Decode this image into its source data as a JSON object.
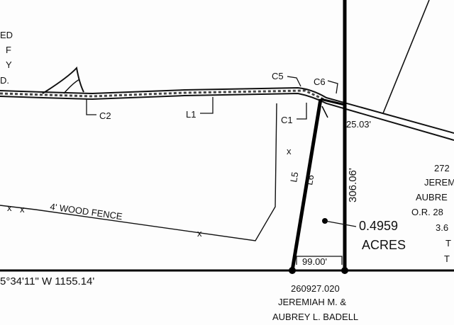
{
  "labels": {
    "left_notes": [
      "ED",
      "F",
      "Y",
      "D."
    ],
    "c2": "C2",
    "l1": "L1",
    "c1": "C1",
    "c5": "C5",
    "c6": "C6",
    "dim_25": "25.03'",
    "l5": "L5",
    "l6": "L6",
    "dim_306": "306.06'",
    "fence": "4' WOOD FENCE",
    "acres_value": "0.4959",
    "acres_unit": "ACRES",
    "dim_99": "99.00'",
    "bearing": "5°34'11\" W    1155.14'",
    "parcel_id": "260927.020",
    "owner_line1": "JEREMIAH M. &",
    "owner_line2": "AUBREY L. BADELL",
    "right_notes": [
      "272",
      "JEREM",
      "AUBRE",
      "O.R. 28",
      "3.6",
      "T",
      "T"
    ],
    "x_mark": "x"
  }
}
